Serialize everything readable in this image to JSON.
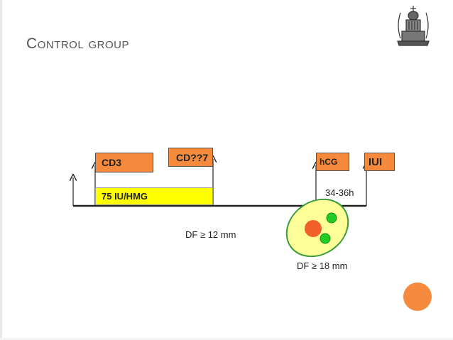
{
  "slide": {
    "title": "Control group"
  },
  "timeline": {
    "labels": {
      "cd3": "CD3",
      "cd7": "CD??7",
      "hcg": "hCG",
      "iui": "IUI",
      "dose": "75 IU/HMG",
      "interval": "34-36h",
      "df_min": "DF ≥ 12 mm",
      "df_final": "DF ≥ 18 mm"
    }
  },
  "colors": {
    "accent_orange": "#f58a3c",
    "dose_yellow": "#ffff00",
    "follicle_ring": "#ffff99",
    "follicle_ring_border": "#3a9a3a",
    "follicle_dominant": "#f0612a",
    "follicle_small": "#22cc22"
  },
  "icons": {
    "logo": "building-crest-icon",
    "decoration": "orange-circle"
  }
}
